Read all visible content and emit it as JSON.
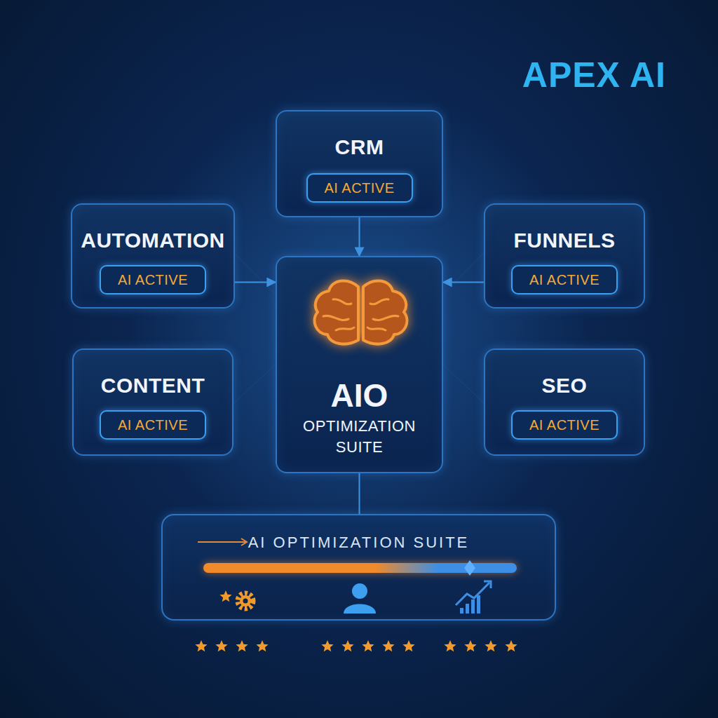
{
  "diagram": {
    "title": "APEX AI",
    "nodes": [
      {
        "text": [
          "CRM"
        ]
      },
      {
        "text": [
          "AI ACTIVE"
        ],
        "in": 0
      },
      {
        "text": [
          "AUTOMATION"
        ]
      },
      {
        "text": [
          "AI ACTIVE"
        ],
        "in": 2
      },
      {
        "text": [
          "FUNNELS"
        ]
      },
      {
        "text": [
          "AI ACTIVE"
        ],
        "in": 4
      },
      {
        "text": [
          "AIO",
          "OPTIMIZATION SUITE"
        ]
      },
      {
        "text": [
          "CONTENT"
        ]
      },
      {
        "text": [
          "AI ACTIVE"
        ],
        "in": 7
      },
      {
        "text": [
          "SEO"
        ]
      },
      {
        "text": [
          "AI ACTIVE"
        ],
        "in": 9
      },
      {
        "text": [
          "AI OPTIMIZATION SUITE"
        ]
      }
    ],
    "edges": [
      {
        "from": 0,
        "to": 6,
        "arrow": "to"
      },
      {
        "from": 2,
        "to": 6,
        "arrow": "to"
      },
      {
        "from": 4,
        "to": 6,
        "arrow": "to"
      },
      {
        "from": 6,
        "to": 11,
        "arrow": "none"
      }
    ]
  }
}
